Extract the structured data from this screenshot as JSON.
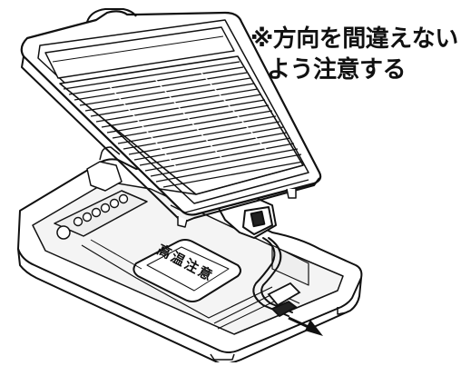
{
  "caption": {
    "line1": "※方向を間違えない",
    "line2": "よう注意する"
  },
  "base_label": "高温注意",
  "colors": {
    "ink": "#111111",
    "paper": "#ffffff",
    "shade": "#d9d9d9"
  }
}
